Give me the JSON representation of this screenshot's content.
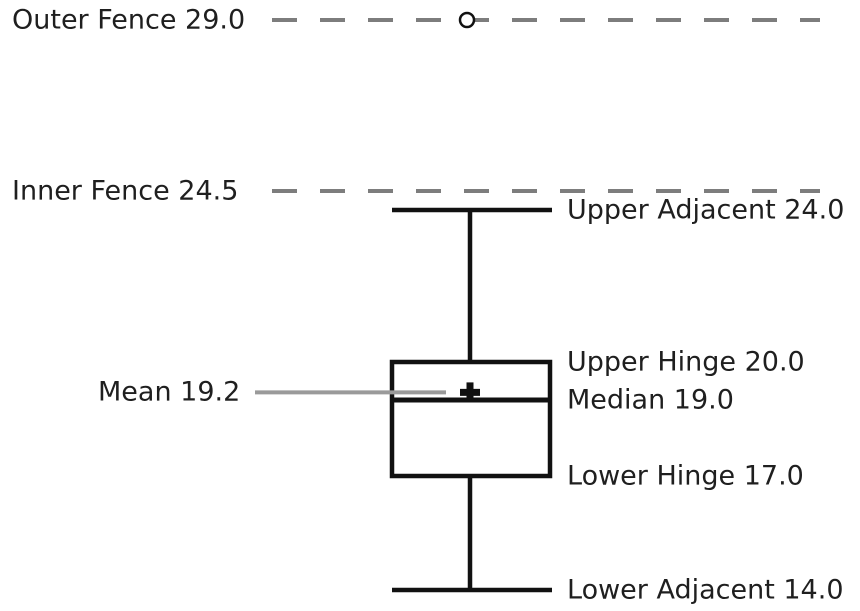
{
  "figure": {
    "kind": "annotated-boxplot",
    "background": "#ffffff"
  },
  "chart_data": {
    "type": "boxplot",
    "orientation": "vertical",
    "stats": {
      "outer_fence": 29.0,
      "inner_fence": 24.5,
      "upper_adjacent": 24.0,
      "upper_hinge": 20.0,
      "mean": 19.2,
      "median": 19.0,
      "lower_hinge": 17.0,
      "lower_adjacent": 14.0
    },
    "outliers": [
      29.0
    ],
    "annotations": [
      {
        "id": "outer_fence",
        "text": "Outer Fence 29.0",
        "value": 29.0,
        "side": "left"
      },
      {
        "id": "inner_fence",
        "text": "Inner Fence 24.5",
        "value": 24.5,
        "side": "left"
      },
      {
        "id": "mean",
        "text": "Mean 19.2",
        "value": 19.2,
        "side": "left"
      },
      {
        "id": "upper_adjacent",
        "text": "Upper Adjacent 24.0",
        "value": 24.0,
        "side": "right"
      },
      {
        "id": "upper_hinge",
        "text": "Upper Hinge 20.0",
        "value": 20.0,
        "side": "right"
      },
      {
        "id": "median",
        "text": "Median 19.0",
        "value": 19.0,
        "side": "right"
      },
      {
        "id": "lower_hinge",
        "text": "Lower Hinge 17.0",
        "value": 17.0,
        "side": "right"
      },
      {
        "id": "lower_adjacent",
        "text": "Lower Adjacent 14.0",
        "value": 14.0,
        "side": "right"
      }
    ],
    "colors": {
      "box_stroke": "#111111",
      "fence_dash": "#7d7d7d",
      "mean_line": "#9a9a9a",
      "outlier_stroke": "#111111",
      "text": "#1f1f1f"
    },
    "legend": "none",
    "grid": "off"
  }
}
